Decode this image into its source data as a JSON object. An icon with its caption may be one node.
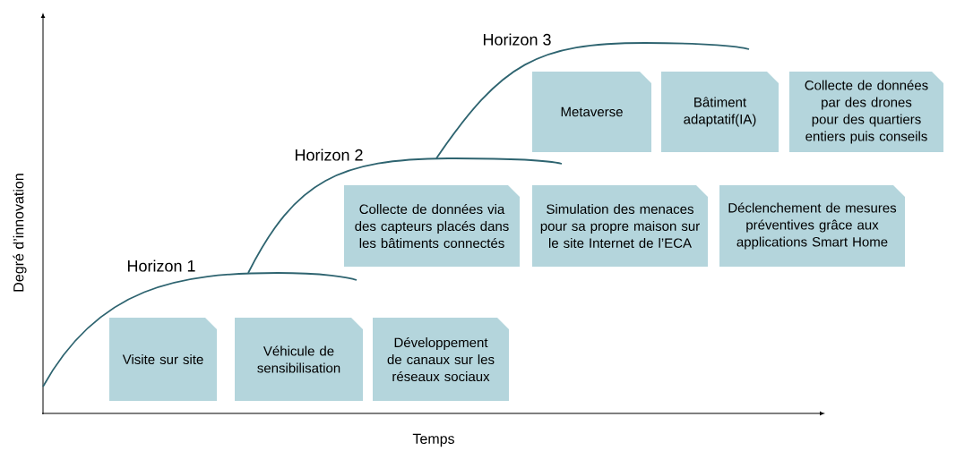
{
  "diagram": {
    "nodes": [
      {
        "text": [
          "Visite sur site"
        ]
      },
      {
        "text": [
          "Véhicule de sensibilisation"
        ]
      },
      {
        "text": [
          "Développement de canaux sur les réseaux sociaux"
        ]
      },
      {
        "text": [
          "Collecte de données via des capteurs placés dans les bâtiments connectés"
        ]
      },
      {
        "text": [
          "Simulation des menaces pour sa propre maison sur le site Internet de l’ECA"
        ]
      },
      {
        "text": [
          "Déclenchement de mesures préventives grâce aux applications Smart Home"
        ]
      },
      {
        "text": [
          "Metaverse"
        ]
      },
      {
        "text": [
          "Bâtiment adaptatif(IA)"
        ]
      },
      {
        "text": [
          "Collecte de données par des drones pour des quartiers entiers puis conseils"
        ]
      }
    ],
    "edges": [],
    "labels": [
      "Horizon 3",
      "Horizon 2",
      "Horizon 1",
      "Degré d’innovation",
      "Temps"
    ]
  }
}
